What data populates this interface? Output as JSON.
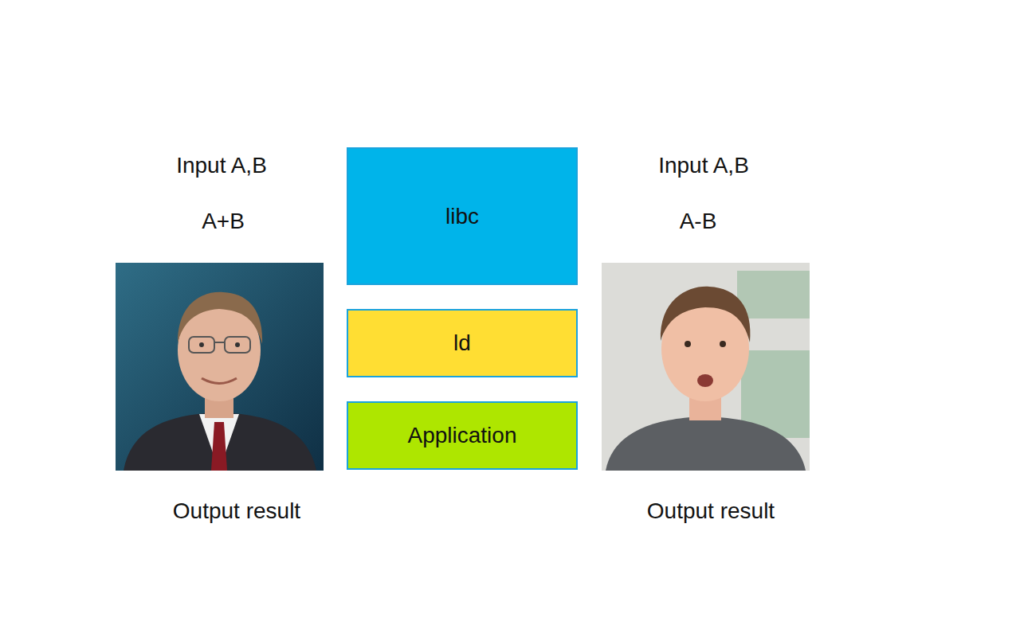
{
  "diagram": {
    "nodes": [
      {
        "text": [
          "libc"
        ]
      },
      {
        "text": [
          "ld"
        ]
      },
      {
        "text": [
          "Application"
        ]
      }
    ],
    "labels": [
      "Input A,B",
      "A+B",
      "Output result",
      "Input A,B",
      "A-B",
      "Output result"
    ]
  }
}
